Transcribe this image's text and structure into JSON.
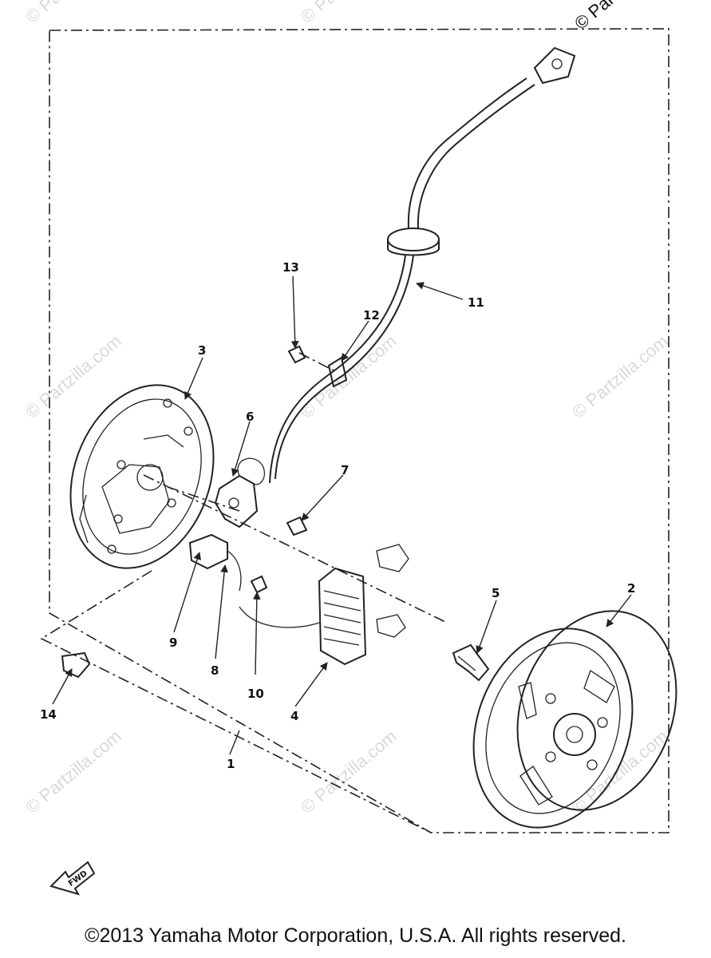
{
  "watermark": {
    "text": "© Partzilla.com",
    "corner_text": "© Par"
  },
  "callouts": [
    "1",
    "2",
    "3",
    "4",
    "5",
    "6",
    "7",
    "8",
    "9",
    "10",
    "11",
    "12",
    "13",
    "14"
  ],
  "fwd_label": "FWD",
  "copyright": "©2013  Yamaha Motor Corporation, U.S.A. All rights reserved."
}
